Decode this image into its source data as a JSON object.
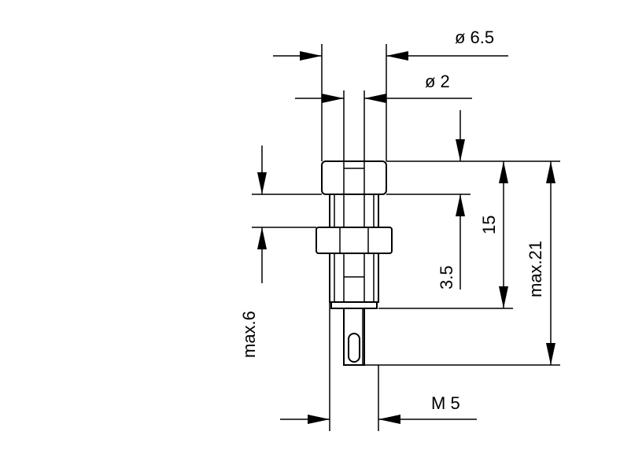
{
  "dimensions": {
    "outer_diameter": "ø 6.5",
    "pin_diameter": "ø 2",
    "thread": "M 5",
    "height_total": "max.21",
    "height_body": "15",
    "height_head": "3.5",
    "panel_thickness": "max.6"
  }
}
